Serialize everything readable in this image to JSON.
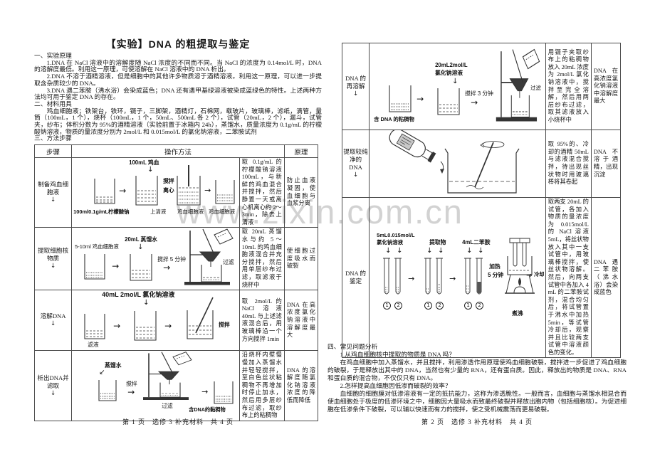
{
  "watermark": "www.zixin.com.cn",
  "icons": {
    "arrow_right": "→",
    "arrow_down": "↓",
    "arrow_down_left": "↙"
  },
  "page1": {
    "title": "【实验】DNA 的粗提取与鉴定",
    "s1_heading": "一、实验原理",
    "s1_p1": "1.DNA 在 NaCl 溶液中的溶解度随 NaCl 浓度的不同而不同。当 NaCl 的浓度为 0.14mol/L 时，DNA 的溶解度最低。利用这一原理，可使溶解在 NaCl 溶液中的 DNA 析出。",
    "s1_p2": "2.DNA 不溶于酒精溶液，但是细胞中的其他许多物质溶于酒精溶液。利用这一原理，可以进一步提取含杂质较少的 DNA。",
    "s1_p3": "3.DNA 遇二苯胺（沸水浴）会染成蓝色；DNA 还有遇甲基绿溶液被染成蓝绿色的特性。上述两种方法均可用于鉴定 DNA 的存在。",
    "s2_heading": "二、材料用具",
    "s2_p1": "鸡血细胞液；铁架台，铁环，镊子，三脚架，酒精灯，石棉网，载玻片，玻璃棒，滤纸，滴管，量筒（100mL，1 个），烧杯（100mL，1 个，50mL、500mL 各 2 个），试管（20mL，2 个），漏斗，试管夹，纱布；体积分数为 95%的酒精溶液（实验前置于冰箱内 24h），蒸馏水，质量浓度为 0.1g/mL 的柠檬酸钠溶液，物质的量浓度分别为 2mol/L 和 0.015mol/L 的氯化钠溶液，二苯胺试剂",
    "s3_heading": "三、方法步骤",
    "table": {
      "h_step": "步骤",
      "h_method": "操作方法",
      "h_principle": "原理",
      "rows": [
        {
          "step": "制备鸡血细胞液",
          "arrow": "↓",
          "method": "取 0.1g/mL 的柠檬酸钠溶液100mL，与新鲜的鸡血混合并搅拌，然后静置一天或离心机离心约 2～3min，除去上清液",
          "principle": "防止血液凝固，使血细胞与血浆分离",
          "d": {
            "blood": "100mL 鸡血",
            "stir": "搅拌",
            "centrifuge": "离心",
            "supernatant": "上清液",
            "cells1": "鸡血细胞液",
            "cells2": "鸡血细胞液",
            "citrate": "100ml0.1g/mL柠檬酸钠"
          }
        },
        {
          "step": "提取细胞核物质",
          "arrow": "↓",
          "method": "取 20mL 蒸馏水与约 5～10mL 的鸡血细胞液混合并充分搅拌，然后用单层纱布过滤，取滤液于烧杯中",
          "principle": "使细胞过度吸水而破裂",
          "d": {
            "cells": "5-10ml 鸡血细胞液",
            "water": "20mL 蒸馏水",
            "stir": "搅拌 5 分钟",
            "filter": "过滤"
          }
        },
        {
          "step": "溶解DNA",
          "arrow": "↓",
          "method": "取 2mol/L 的 NaCl 溶液 40mL 与上述滤液混合后，用玻璃棒沿一个方向搅拌 1min",
          "principle": "DNA 在高浓度氯化钠溶液中溶解度最大",
          "d": {
            "nacl": "40mL 2mol/L 氯化钠溶液",
            "filtrate": "滤液",
            "stir": "搅拌"
          }
        },
        {
          "step": "析出DNA并滤取",
          "arrow": "↓",
          "method": "沿烧杯内壁慢慢加入蒸馏水并轻轻搅拌，至白色丝状粘稠物不再增加时停止加水，然后用多层纱布过滤，取纱布上的粘稠物",
          "principle": "DNA 的溶解度随氯化钠溶液浓度的降低而降低",
          "d": {
            "water": "蒸馏水",
            "stir": "搅拌",
            "filter": "过滤",
            "sticky": "含DNA的黏稠物"
          }
        }
      ]
    },
    "footer": "第 1 页　选修 3 补充材料　共 4 页"
  },
  "page2": {
    "table": {
      "rows": [
        {
          "step": "DNA 的再溶解",
          "arrow": "↓",
          "method": "用镊子夹取纱布上的粘稠物放入 20mL 浓度为 2mol/L 氯化钠溶液中，搅拌至完全溶解，然后用两层纱布过滤，取其滤液放入小烧杯中",
          "principle": "DNA 在高浓度氯化钠溶液中溶解度最大",
          "d": {
            "sticky": "含 DNA 的粘稠物",
            "nacl1": "20mL2mol/L",
            "nacl2": "氯化钠溶液",
            "stir": "搅拌 3 分钟",
            "filter": "过滤"
          }
        },
        {
          "step": "提取较纯净的DNA",
          "arrow": "↓",
          "method": "取 95%的、冷却的酒精 50mL 与滤液混合搅拌，待出现丝状物时用玻璃棒将其卷起",
          "principle": "DNA 不溶于酒精，出现沉淀",
          "d": {}
        },
        {
          "step": "DNA 的鉴定",
          "arrow": "",
          "method": "取两支 20mL 的试管，各加入物质的量浓度为 0.015mol/L 的 NaCl 溶液 5mL，将丝状物放入其中一支试管中，用玻璃棒搅拌，使丝状物溶解。然后，向两支试管中各加入 4 mL 的二苯胺试剂，混合均匀后，将试管置于沸水中加热 5min，等试管冷却后，观察并且比较两支试管中溶液颜色的变化。",
          "principle": "DNA 遇二苯胺（沸水浴）会染成蓝色",
          "d": {
            "nacl1": "5mL0.015mol/L",
            "nacl2": "氯化钠溶液",
            "extract": "提取物",
            "diphenylamine": "4mL二苯胺",
            "heat1": "加热",
            "heat2": "5 分钟",
            "boil": "煮沸",
            "cool": "冷却",
            "t1": "1",
            "t2": "2"
          }
        }
      ]
    },
    "s4_heading": "四、常见问题分析",
    "q1": "1.从鸡血细胞核中提取的物质是 DNA 吗？",
    "a1": "在鸡血细胞中加入蒸馏水，并且搅拌，利用渗透作用原理使鸡血细胞破裂，搅拌进一步促进了鸡血细胞的破裂，于是释放出其中的 DNA，当然也有少量的 RNA，还有蛋白质。因此，释放出的物质是 DNA、RNA 和蛋白质的混合物，不仅仅只有 DNA。",
    "q2": "2.怎样提高血细胞因低渗而破裂的效率？",
    "a2": "血细胞的细胞膜对低渗溶液有一定的抵抗能力，这称为渗透脆性。一般而言，血细胞与蒸馏水相混合而使血细胞处于极度的低渗环境之中，细胞因大量吸水而致最终破裂并释放出胞内物（包括细胞核）。为促进细胞在低渗条件下破裂，可以辅以快速而有力的搅拌，使之受机械震荡而更易破裂。",
    "footer": "第 2 页　选修 3 补充材料　共 4 页"
  }
}
